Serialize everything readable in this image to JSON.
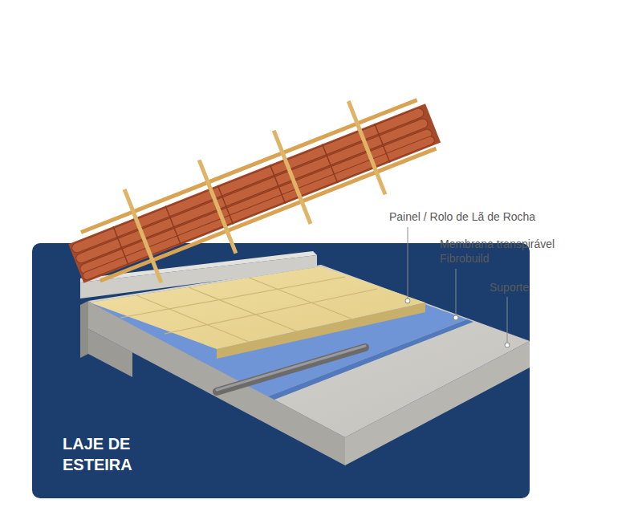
{
  "diagram": {
    "title": "LAJE DE ESTEIRA",
    "labels": [
      "Painel / Rolo de Lã de Rocha",
      "Membrana transpirável Fibrobuild",
      "Suporte"
    ]
  }
}
